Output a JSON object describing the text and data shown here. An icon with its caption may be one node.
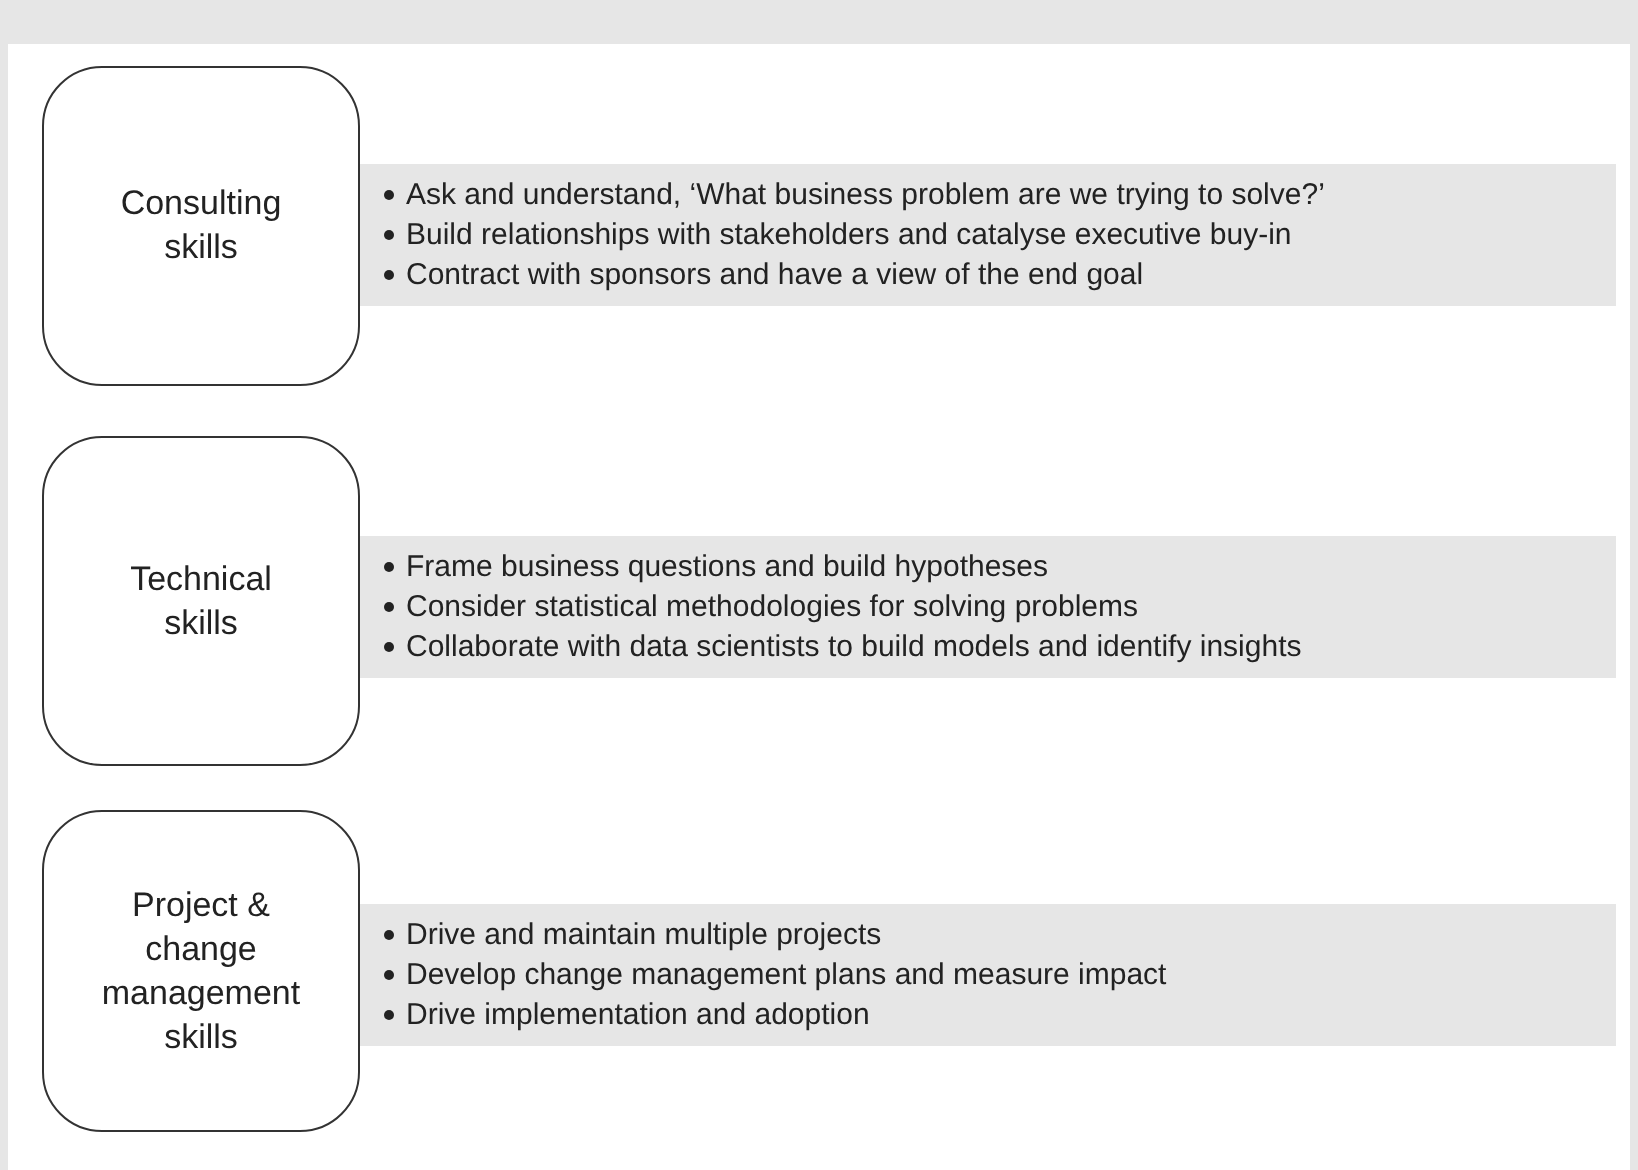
{
  "diagram": {
    "nodes": [
      {
        "text": [
          "Consulting skills"
        ]
      },
      {
        "text": [
          "Ask and understand, ‘What business problem are we trying to solve?’",
          "Build relationships with stakeholders and catalyse executive buy-in",
          "Contract with sponsors and have a view of the end goal"
        ]
      },
      {
        "text": [
          "Technical skills"
        ]
      },
      {
        "text": [
          "Frame business questions and build hypotheses",
          "Consider statistical methodologies for solving problems",
          "Collaborate with data scientists to build models and identify insights"
        ]
      },
      {
        "text": [
          "Project & change management skills"
        ]
      },
      {
        "text": [
          "Drive and maintain multiple projects",
          "Develop change management plans and measure impact",
          "Drive implementation and adoption"
        ]
      }
    ]
  }
}
